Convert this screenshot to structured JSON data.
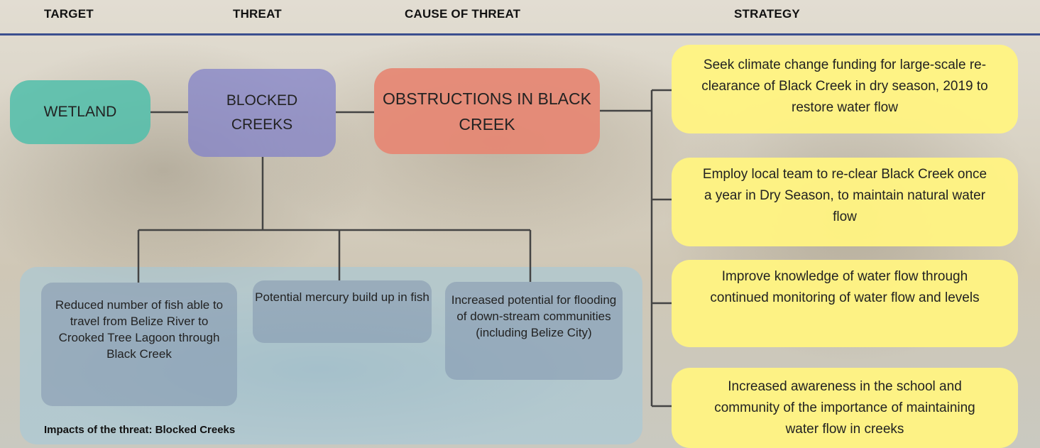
{
  "headers": {
    "target": "TARGET",
    "threat": "THREAT",
    "cause": "CAUSE OF THREAT",
    "strategy": "STRATEGY"
  },
  "target_node": "WETLAND",
  "threat_node": "BLOCKED CREEKS",
  "cause_node": "OBSTRUCTIONS IN BLACK CREEK",
  "impacts": [
    "Reduced number of fish able to travel from Belize River to Crooked Tree Lagoon through Black Creek",
    "Potential mercury build up in fish",
    "Increased potential for flooding of down-stream communities (including Belize City)"
  ],
  "impacts_label": "Impacts of the threat: Blocked Creeks",
  "strategies": [
    "Seek climate change funding for large-scale re-clearance of Black Creek in dry season, 2019 to restore water flow",
    "Employ local team to re-clear Black Creek once a year in Dry Season, to maintain natural water flow",
    "Improve knowledge of water flow through continued monitoring of water flow and levels",
    "Increased awareness in the school and community of the importance of maintaining water flow in creeks"
  ],
  "colors": {
    "header_rule": "#3b4f8f",
    "target": "#50bea9",
    "threat": "#8282c8",
    "cause": "#e68773",
    "strategy": "#fff482",
    "connector": "#444444"
  }
}
